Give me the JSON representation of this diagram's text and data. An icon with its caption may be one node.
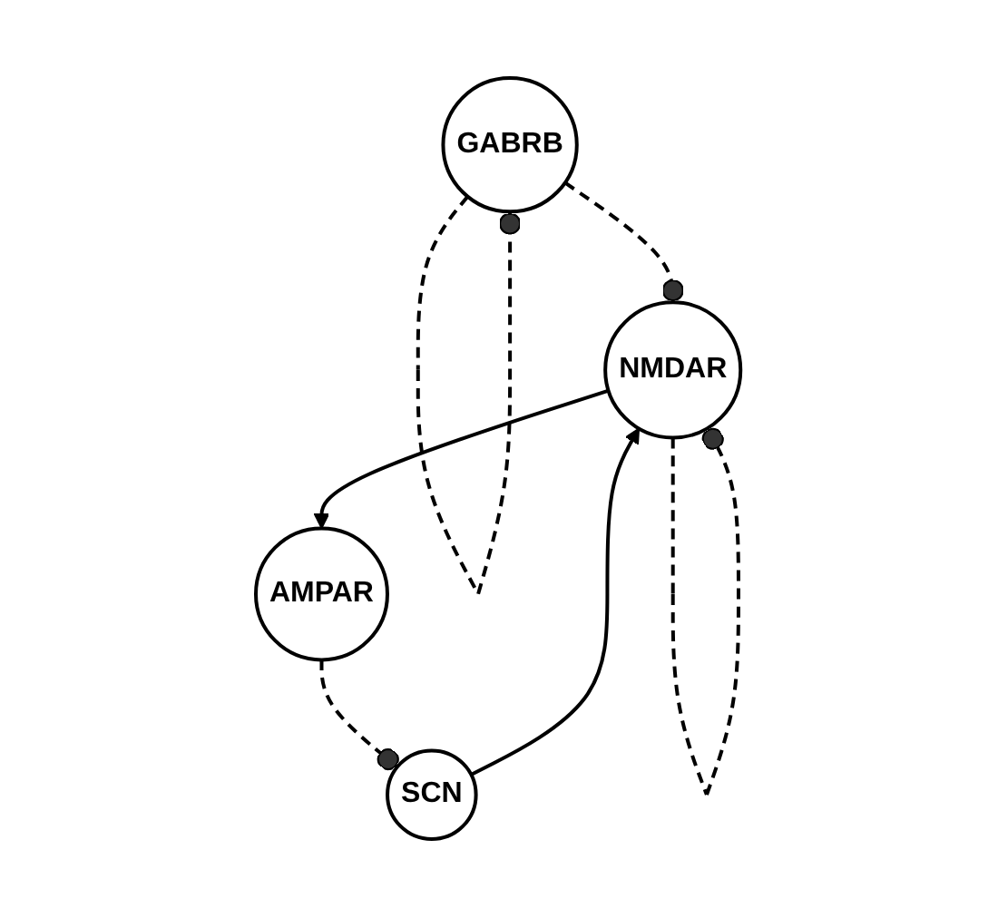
{
  "diagram": {
    "nodes": [
      {
        "text": [
          "GABRB"
        ]
      },
      {
        "text": [
          "SCN"
        ]
      },
      {
        "text": [
          "AMPAR"
        ]
      },
      {
        "text": [
          "NMDAR"
        ]
      }
    ],
    "edges": [
      {
        "from": 0,
        "to": 0,
        "arrow": "other",
        "style": "dashed"
      },
      {
        "from": 2,
        "to": 1,
        "arrow": "other",
        "style": "dashed"
      },
      {
        "from": 0,
        "to": 3,
        "arrow": "other",
        "style": "dashed"
      },
      {
        "from": 1,
        "to": 3,
        "arrow": "to"
      },
      {
        "from": 3,
        "to": 2,
        "arrow": "to"
      },
      {
        "from": 3,
        "to": 3,
        "arrow": "other",
        "style": "dashed"
      }
    ]
  }
}
